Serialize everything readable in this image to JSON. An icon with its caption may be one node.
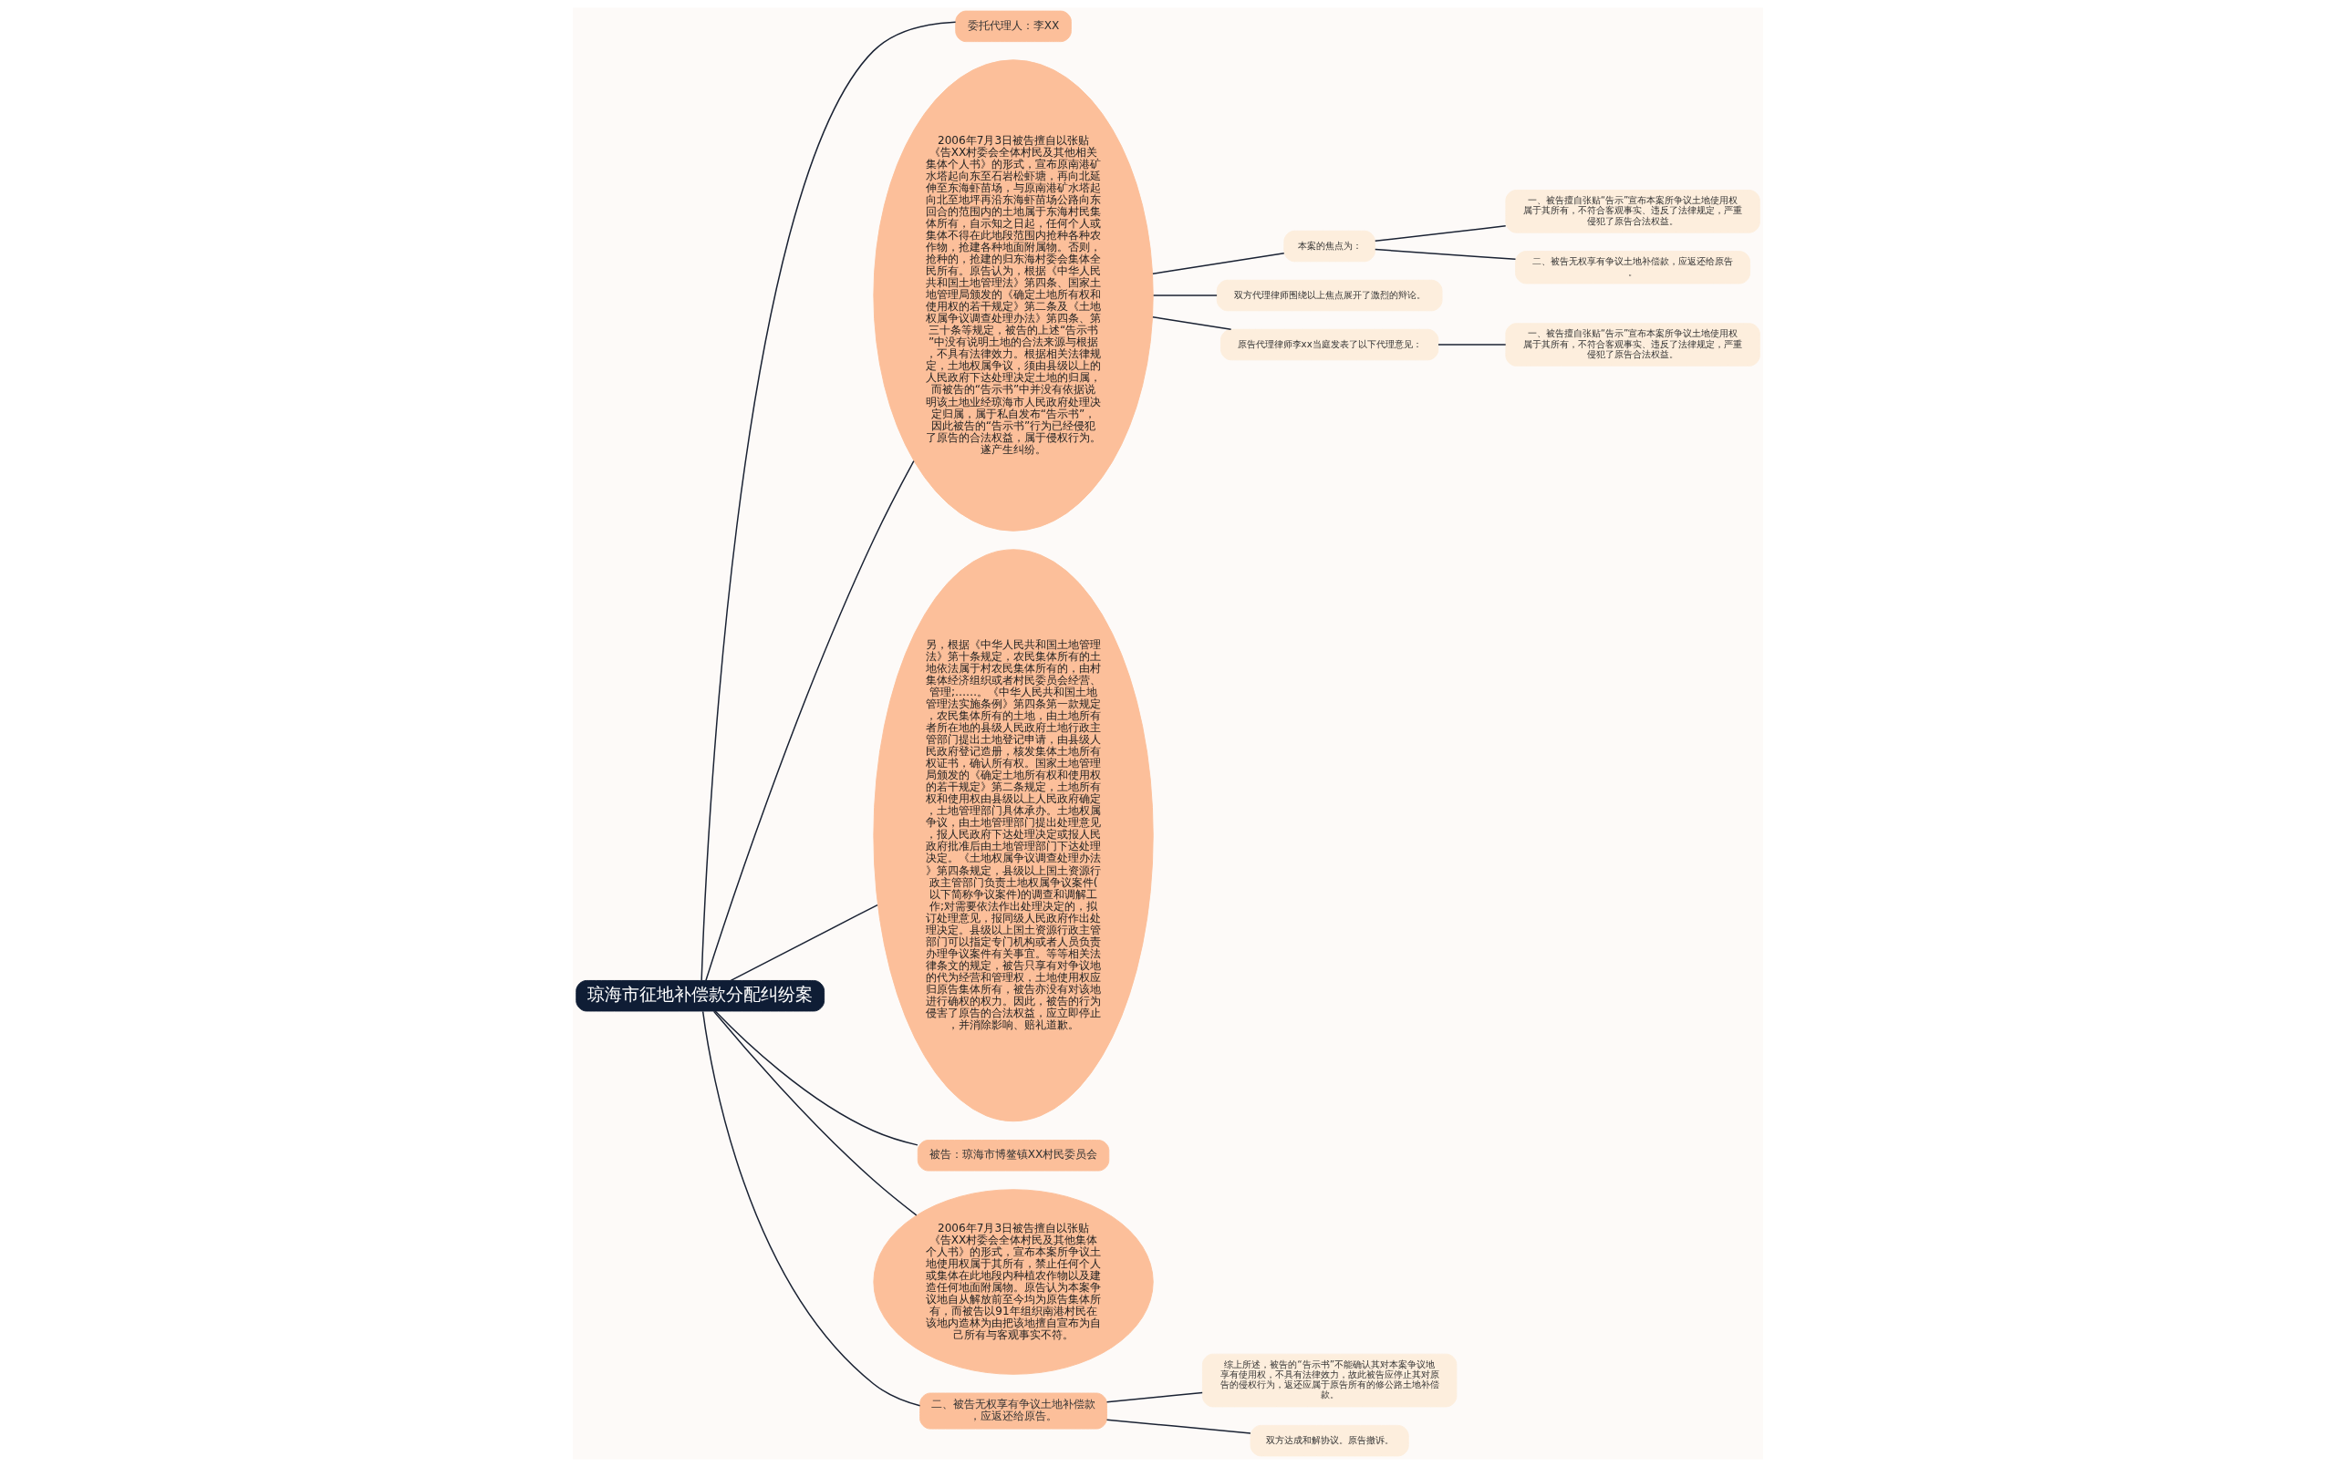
{
  "diagram": {
    "nodes": [
      {
        "text": [
          "琼海市征地补偿款分配纠纷案"
        ]
      },
      {
        "text": [
          "委托代理人：李XX"
        ]
      },
      {
        "text": [
          "2006年7月3日被告擅自以张贴《告XX村委会全体村民及其他相关集体个人书》的形式，宣布原南港矿水塔起向东至石岩松虾塘，再向北延伸至东海虾苗场，与原南港矿水塔起向北至地坪再沿东海虾苗场公路向东回合的范围内的土地属于东海村民集体所有，自示知之日起，任何个人或集体不得在此地段范围内抢种各种农作物，抢建各种地面附属物。否则，抢种的，抢建的归东海村委会集体全民所有。原告认为，根据《中华人民共和国土地管理法》第四条、国家土地管理局颁发的《确定土地所有权和使用权的若干规定》第二条及《土地权属争议调查处理办法》第四条、第三十条等规定，被告的上述“告示书”中没有说明土地的合法来源与根据，不具有法律效力。根据相关法律规定，土地权属争议，须由县级以上的人民政府下达处理决定土地的归属，而被告的“告示书”中并没有依据说明该土地业经琼海市人民政府处理决定归属，属于私自发布“告示书”，因此被告的“告示书”行为已经侵犯了原告的合法权益，属于侵权行为。遂产生纠纷。"
        ]
      },
      {
        "text": [
          "本案的焦点为："
        ]
      },
      {
        "text": [
          "一、被告擅自张贴“告示”宣布本案所争议土地使用权属于其所有，不符合客观事实、违反了法律规定，严重侵犯了原告合法权益。"
        ]
      },
      {
        "text": [
          "二、被告无权享有争议土地补偿款，应返还给原告。"
        ]
      },
      {
        "text": [
          "双方代理律师围绕以上焦点展开了激烈的辩论。"
        ]
      },
      {
        "text": [
          "原告代理律师李xx当庭发表了以下代理意见："
        ]
      },
      {
        "text": [
          "一、被告擅自张贴“告示”宣布本案所争议土地使用权属于其所有，不符合客观事实、违反了法律规定，严重侵犯了原告合法权益。"
        ]
      },
      {
        "text": [
          "另，根据《中华人民共和国土地管理法》第十条规定，农民集体所有的土地依法属于村农民集体所有的，由村集体经济组织或者村民委员会经营、管理;……。《中华人民共和国土地管理法实施条例》第四条第一款规定，农民集体所有的土地，由土地所有者所在地的县级人民政府土地行政主管部门提出土地登记申请，由县级人民政府登记造册，核发集体土地所有权证书，确认所有权。国家土地管理局颁发的《确定土地所有权和使用权的若干规定》第二条规定，土地所有权和使用权由县级以上人民政府确定，土地管理部门具体承办。土地权属争议，由土地管理部门提出处理意见，报人民政府下达处理决定或报人民政府批准后由土地管理部门下达处理决定。《土地权属争议调查处理办法》第四条规定，县级以上国土资源行政主管部门负责土地权属争议案件(以下简称争议案件)的调查和调解工作;对需要依法作出处理决定的，拟订处理意见，报同级人民政府作出处理决定。县级以上国土资源行政主管部门可以指定专门机构或者人员负责办理争议案件有关事宜。等等相关法律条文的规定，被告只享有对争议地的代为经营和管理权，土地使用权应归原告集体所有，被告亦没有对该地进行确权的权力。因此，被告的行为侵害了原告的合法权益，应立即停止，并消除影响、赔礼道歉。"
        ]
      },
      {
        "text": [
          "被告：琼海市博鳌镇XX村民委员会"
        ]
      },
      {
        "text": [
          "2006年7月3日被告擅自以张贴《告XX村委会全体村民及其他集体个人书》的形式，宣布本案所争议土地使用权属于其所有，禁止任何个人或集体在此地段内种植农作物以及建造任何地面附属物。原告认为本案争议地自从解放前至今均为原告集体所有，而被告以91年组织南港村民在该地内造林为由把该地擅自宣布为自己所有与客观事实不符。"
        ]
      },
      {
        "text": [
          "二、被告无权享有争议土地补偿款，应返还给原告。"
        ]
      },
      {
        "text": [
          "综上所述，被告的“告示书”不能确认其对本案争议地享有使用权，不具有法律效力，故此被告应停止其对原告的侵权行为，返还应属于原告所有的修公路土地补偿款。"
        ]
      },
      {
        "text": [
          "双方达成和解协议。原告撤诉。"
        ]
      }
    ],
    "edges": [
      {
        "from": 0,
        "to": 1,
        "arrow": "none"
      },
      {
        "from": 0,
        "to": 2,
        "arrow": "none"
      },
      {
        "from": 2,
        "to": 3,
        "arrow": "none"
      },
      {
        "from": 3,
        "to": 4,
        "arrow": "none"
      },
      {
        "from": 3,
        "to": 5,
        "arrow": "none"
      },
      {
        "from": 2,
        "to": 6,
        "arrow": "none"
      },
      {
        "from": 2,
        "to": 7,
        "arrow": "none"
      },
      {
        "from": 7,
        "to": 8,
        "arrow": "none"
      },
      {
        "from": 0,
        "to": 9,
        "arrow": "none"
      },
      {
        "from": 0,
        "to": 10,
        "arrow": "none"
      },
      {
        "from": 0,
        "to": 11,
        "arrow": "none"
      },
      {
        "from": 0,
        "to": 12,
        "arrow": "none"
      },
      {
        "from": 12,
        "to": 13,
        "arrow": "none"
      },
      {
        "from": 12,
        "to": 14,
        "arrow": "none"
      }
    ]
  }
}
